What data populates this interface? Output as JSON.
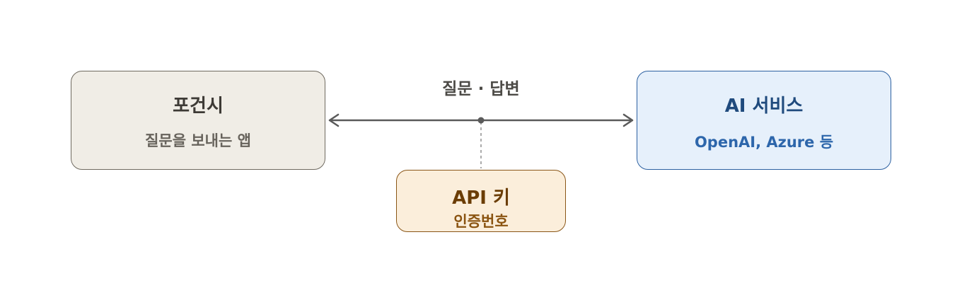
{
  "client": {
    "title": "포건시",
    "subtitle": "질문을 보내는 앱"
  },
  "ai_service": {
    "title": "AI 서비스",
    "subtitle": "OpenAI, Azure 등"
  },
  "api_key": {
    "title": "API 키",
    "subtitle": "인증번호"
  },
  "connection": {
    "label": "질문 · 답변"
  },
  "colors": {
    "client_fill": "#f0ede6",
    "client_border": "#6f6a60",
    "ai_fill": "#e6f0fb",
    "ai_border": "#2d61a1",
    "key_fill": "#fbeedb",
    "key_border": "#8a5617",
    "arrow": "#5a5a5a"
  }
}
